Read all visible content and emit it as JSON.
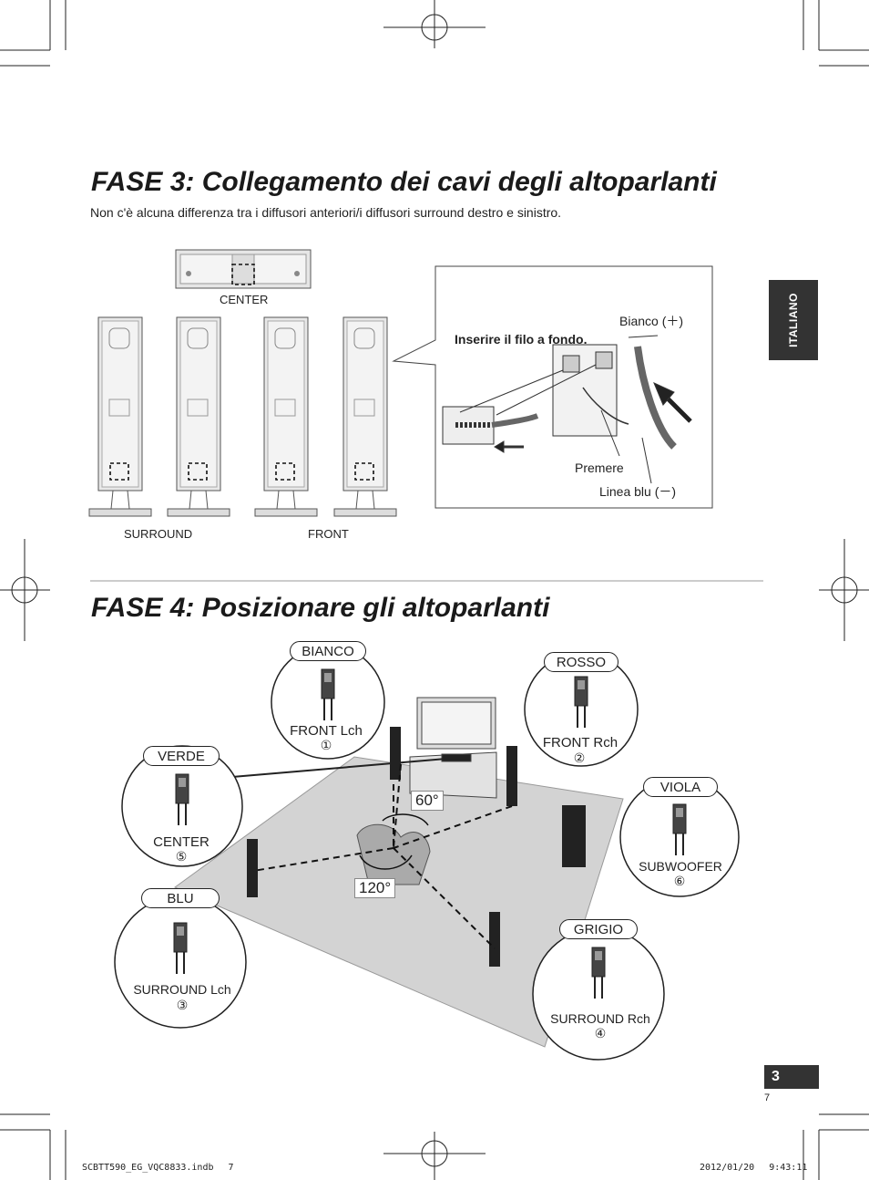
{
  "sections": {
    "fase3_title": "FASE 3: Collegamento dei cavi degli altoparlanti",
    "fase3_note": "Non c'è alcuna differenza tra i diffusori anteriori/i diffusori surround destro e sinistro.",
    "fase4_title": "FASE 4: Posizionare gli altoparlanti"
  },
  "side_tab": "ITALIANO",
  "speakers_diagram": {
    "center": "CENTER",
    "surround": "SURROUND",
    "front": "FRONT"
  },
  "callout": {
    "instruction": "Inserire il filo a fondo.",
    "white_plus": "Bianco (＋)",
    "press": "Premere",
    "blue_minus": "Linea blu (－)"
  },
  "placement": {
    "angle_60": "60°",
    "angle_120": "120°",
    "speakers": [
      {
        "color": "BIANCO",
        "name": "FRONT Lch",
        "num": "①"
      },
      {
        "color": "ROSSO",
        "name": "FRONT Rch",
        "num": "②"
      },
      {
        "color": "VERDE",
        "name": "CENTER",
        "num": "⑤"
      },
      {
        "color": "VIOLA",
        "name": "SUBWOOFER",
        "num": "⑥"
      },
      {
        "color": "BLU",
        "name": "SURROUND Lch",
        "num": "③"
      },
      {
        "color": "GRIGIO",
        "name": "SURROUND Rch",
        "num": "④"
      }
    ]
  },
  "page_number": "3",
  "page_sub": "7",
  "footer": {
    "file": "SCBTT590_EG_VQC8833.indb　 7",
    "datetime": "2012/01/20　 9:43:11"
  }
}
